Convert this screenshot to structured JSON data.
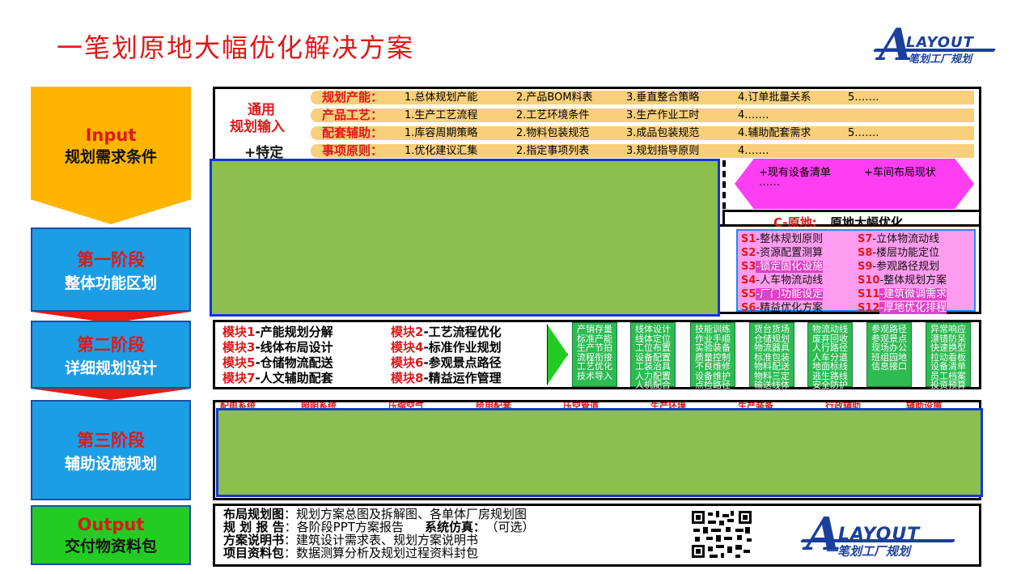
{
  "title": "一笔划原地大幅优化解决方案",
  "logo": {
    "letter": "A",
    "word": "LAYOUT",
    "sub": "一笔划工厂规划"
  },
  "stages": {
    "input": {
      "en": "Input",
      "cn": "规划需求条件"
    },
    "s1": {
      "en": "第一阶段",
      "cn": "整体功能区划"
    },
    "s2": {
      "en": "第二阶段",
      "cn": "详细规划设计"
    },
    "s3": {
      "en": "第三阶段",
      "cn": "辅助设施规划"
    },
    "output": {
      "en": "Output",
      "cn": "交付物资料包"
    }
  },
  "inputs": {
    "general_1": "通用",
    "general_2": "规划输入",
    "special": "+特定",
    "rows": [
      {
        "label": "规划产能：",
        "items": [
          "1.总体规划产能",
          "2.产品BOM料表",
          "3.垂直整合策略",
          "4.订单批量关系",
          "5……."
        ]
      },
      {
        "label": "产品工艺：",
        "items": [
          "1.生产工艺流程",
          "2.工艺环境条件",
          "3.生产作业工时",
          "4……."
        ]
      },
      {
        "label": "配套辅助：",
        "items": [
          "1.库容周期策略",
          "2.物料包装规范",
          "3.成品包装规范",
          "4.辅助配套需求",
          "5……."
        ]
      },
      {
        "label": "事项原则：",
        "items": [
          "1.优化建议汇集",
          "2.指定事项列表",
          "3.规划指导原则",
          "4……."
        ]
      }
    ]
  },
  "hex": {
    "text1": "+现有设备清单",
    "text2": "+车间布局现状",
    "text3": "……"
  },
  "c_label": {
    "prefix": "C-原地:",
    "text": "原地大幅优化"
  },
  "s_items": [
    {
      "k": "S1",
      "t": "-整体规划原则"
    },
    {
      "k": "S7",
      "t": "-立体物流动线"
    },
    {
      "k": "S2",
      "t": "-资源配置测算"
    },
    {
      "k": "S8",
      "t": "-楼层功能定位"
    },
    {
      "k": "S3",
      "t": "-锁定固化设施"
    },
    {
      "k": "S9",
      "t": "-参观路径规划"
    },
    {
      "k": "S4",
      "t": "-人车物流动线"
    },
    {
      "k": "S10",
      "t": "-整体规划方案"
    },
    {
      "k": "S5",
      "t": "-厂门功能设定"
    },
    {
      "k": "S11",
      "t": "-建筑微调需求"
    },
    {
      "k": "S6",
      "t": "-精益优化方案"
    },
    {
      "k": "S12",
      "t": "-厚地优化排程"
    }
  ],
  "modules": [
    {
      "k": "模块1",
      "t": "-产能规划分解"
    },
    {
      "k": "模块2",
      "t": "-工艺流程优化"
    },
    {
      "k": "模块3",
      "t": "-线体布局设计"
    },
    {
      "k": "模块4",
      "t": "-标准作业规划"
    },
    {
      "k": "模块5",
      "t": "-仓储物流配送"
    },
    {
      "k": "模块6",
      "t": "-参观景点路径"
    },
    {
      "k": "模块7",
      "t": "-人文辅助配套"
    },
    {
      "k": "模块8",
      "t": "-精益运作管理"
    }
  ],
  "cards": [
    "产销存量标准产能生产节拍流程衔接工艺优化技术导入",
    "线体设计线体定位工位布置设备配置工装治具人力配置人机配合",
    "技能训练作业手顺实验装备质量控制不良维修设备维护点检路径",
    "货台货场仓储规划物流器具标准包装物料配送物料三定输送线体",
    "物流动线废弃回收人行路径人车分道地面标线逃生路线安全防护",
    "参观路径参观景点现场办公班组园地信息接口",
    "异常响应漂错防呆快速换型拉动看板设备清单员工档案投资预算"
  ],
  "cut_labels": [
    "配电系统",
    "照明系统",
    "压缩空气",
    "给用配套",
    "压空管道",
    "生产环境",
    "生产装备",
    "行政辅助",
    "辅助设施"
  ],
  "output": {
    "l1k": "布局规划图",
    "l1v": "：规划方案总图及拆解图、各单体厂房规划图",
    "l2k": "规 划 报 告",
    "l2v": "：各阶段PPT方案报告",
    "l2x": "系统仿真：",
    "l2y": "（可选）",
    "l3k": "方案说明书",
    "l3v": "：建筑设计需求表、规划方案说明书",
    "l4k": "项目资料包",
    "l4v": "：数据测算分析及规划过程资料封包"
  },
  "colors": {
    "red": "#e01818",
    "blue": "#1e4fa0",
    "yellow": "#f8cf7a",
    "green": "#8dbf4f",
    "pink": "#ff9cf0"
  }
}
